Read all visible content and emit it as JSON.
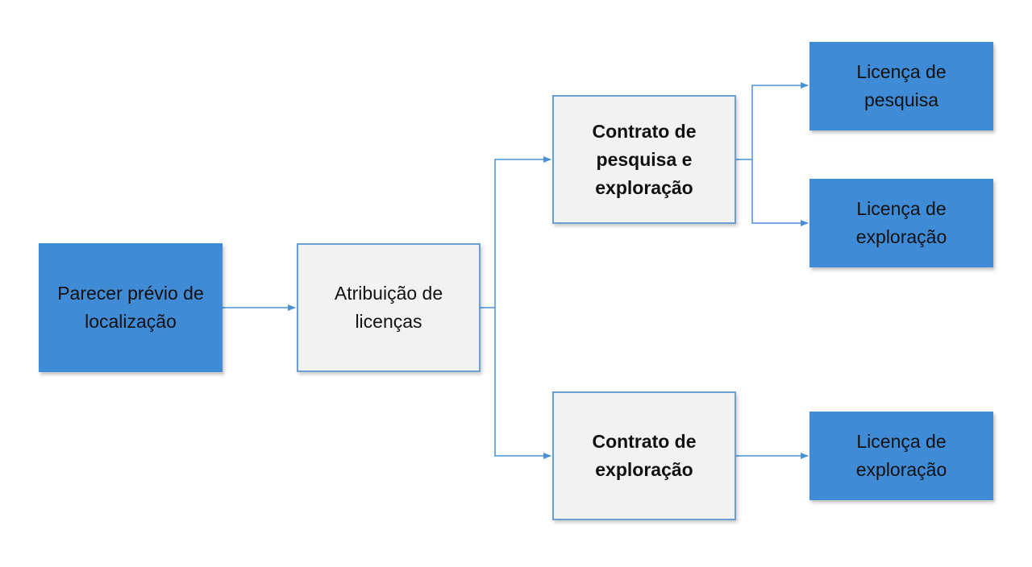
{
  "nodes": {
    "parecer": {
      "line1": "Parecer prévio de",
      "line2": "localização"
    },
    "atribuicao": {
      "line1": "Atribuição de",
      "line2": "licenças"
    },
    "contrato_pesquisa_exploracao": {
      "line1": "Contrato de",
      "line2": "pesquisa e",
      "line3": "exploração"
    },
    "contrato_exploracao": {
      "line1": "Contrato de",
      "line2": "exploração"
    },
    "licenca_pesquisa": {
      "line1": "Licença de",
      "line2": "pesquisa"
    },
    "licenca_exploracao_1": {
      "line1": "Licença de",
      "line2": "exploração"
    },
    "licenca_exploracao_2": {
      "line1": "Licença de",
      "line2": "exploração"
    }
  },
  "colors": {
    "blue_fill": "#3f8bd6",
    "connector": "#4a90d9",
    "white_fill": "#f2f2f2",
    "white_border": "#6a9fd4"
  }
}
